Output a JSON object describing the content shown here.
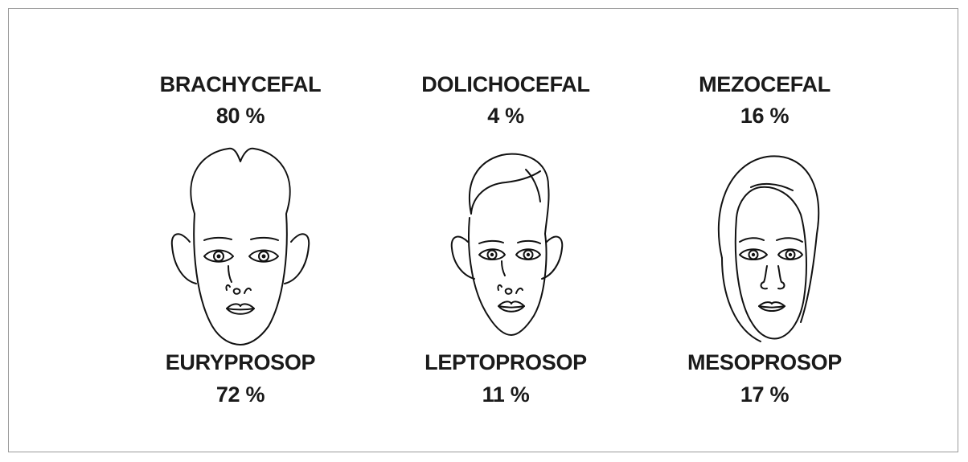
{
  "columns": [
    {
      "head_type": "BRACHYCEFAL",
      "head_percent": "80 %",
      "face_type": "EURYPROSOP",
      "face_percent": "72 %",
      "face_icon": "broad-face-icon"
    },
    {
      "head_type": "DOLICHOCEFAL",
      "head_percent": "4 %",
      "face_type": "LEPTOPROSOP",
      "face_percent": "11 %",
      "face_icon": "long-face-icon"
    },
    {
      "head_type": "MEZOCEFAL",
      "head_percent": "16 %",
      "face_type": "MESOPROSOP",
      "face_percent": "17 %",
      "face_icon": "medium-face-icon"
    }
  ],
  "colors": {
    "line": "#111111",
    "text": "#1a1a1a",
    "border": "#9a9a9a",
    "background": "#ffffff"
  }
}
